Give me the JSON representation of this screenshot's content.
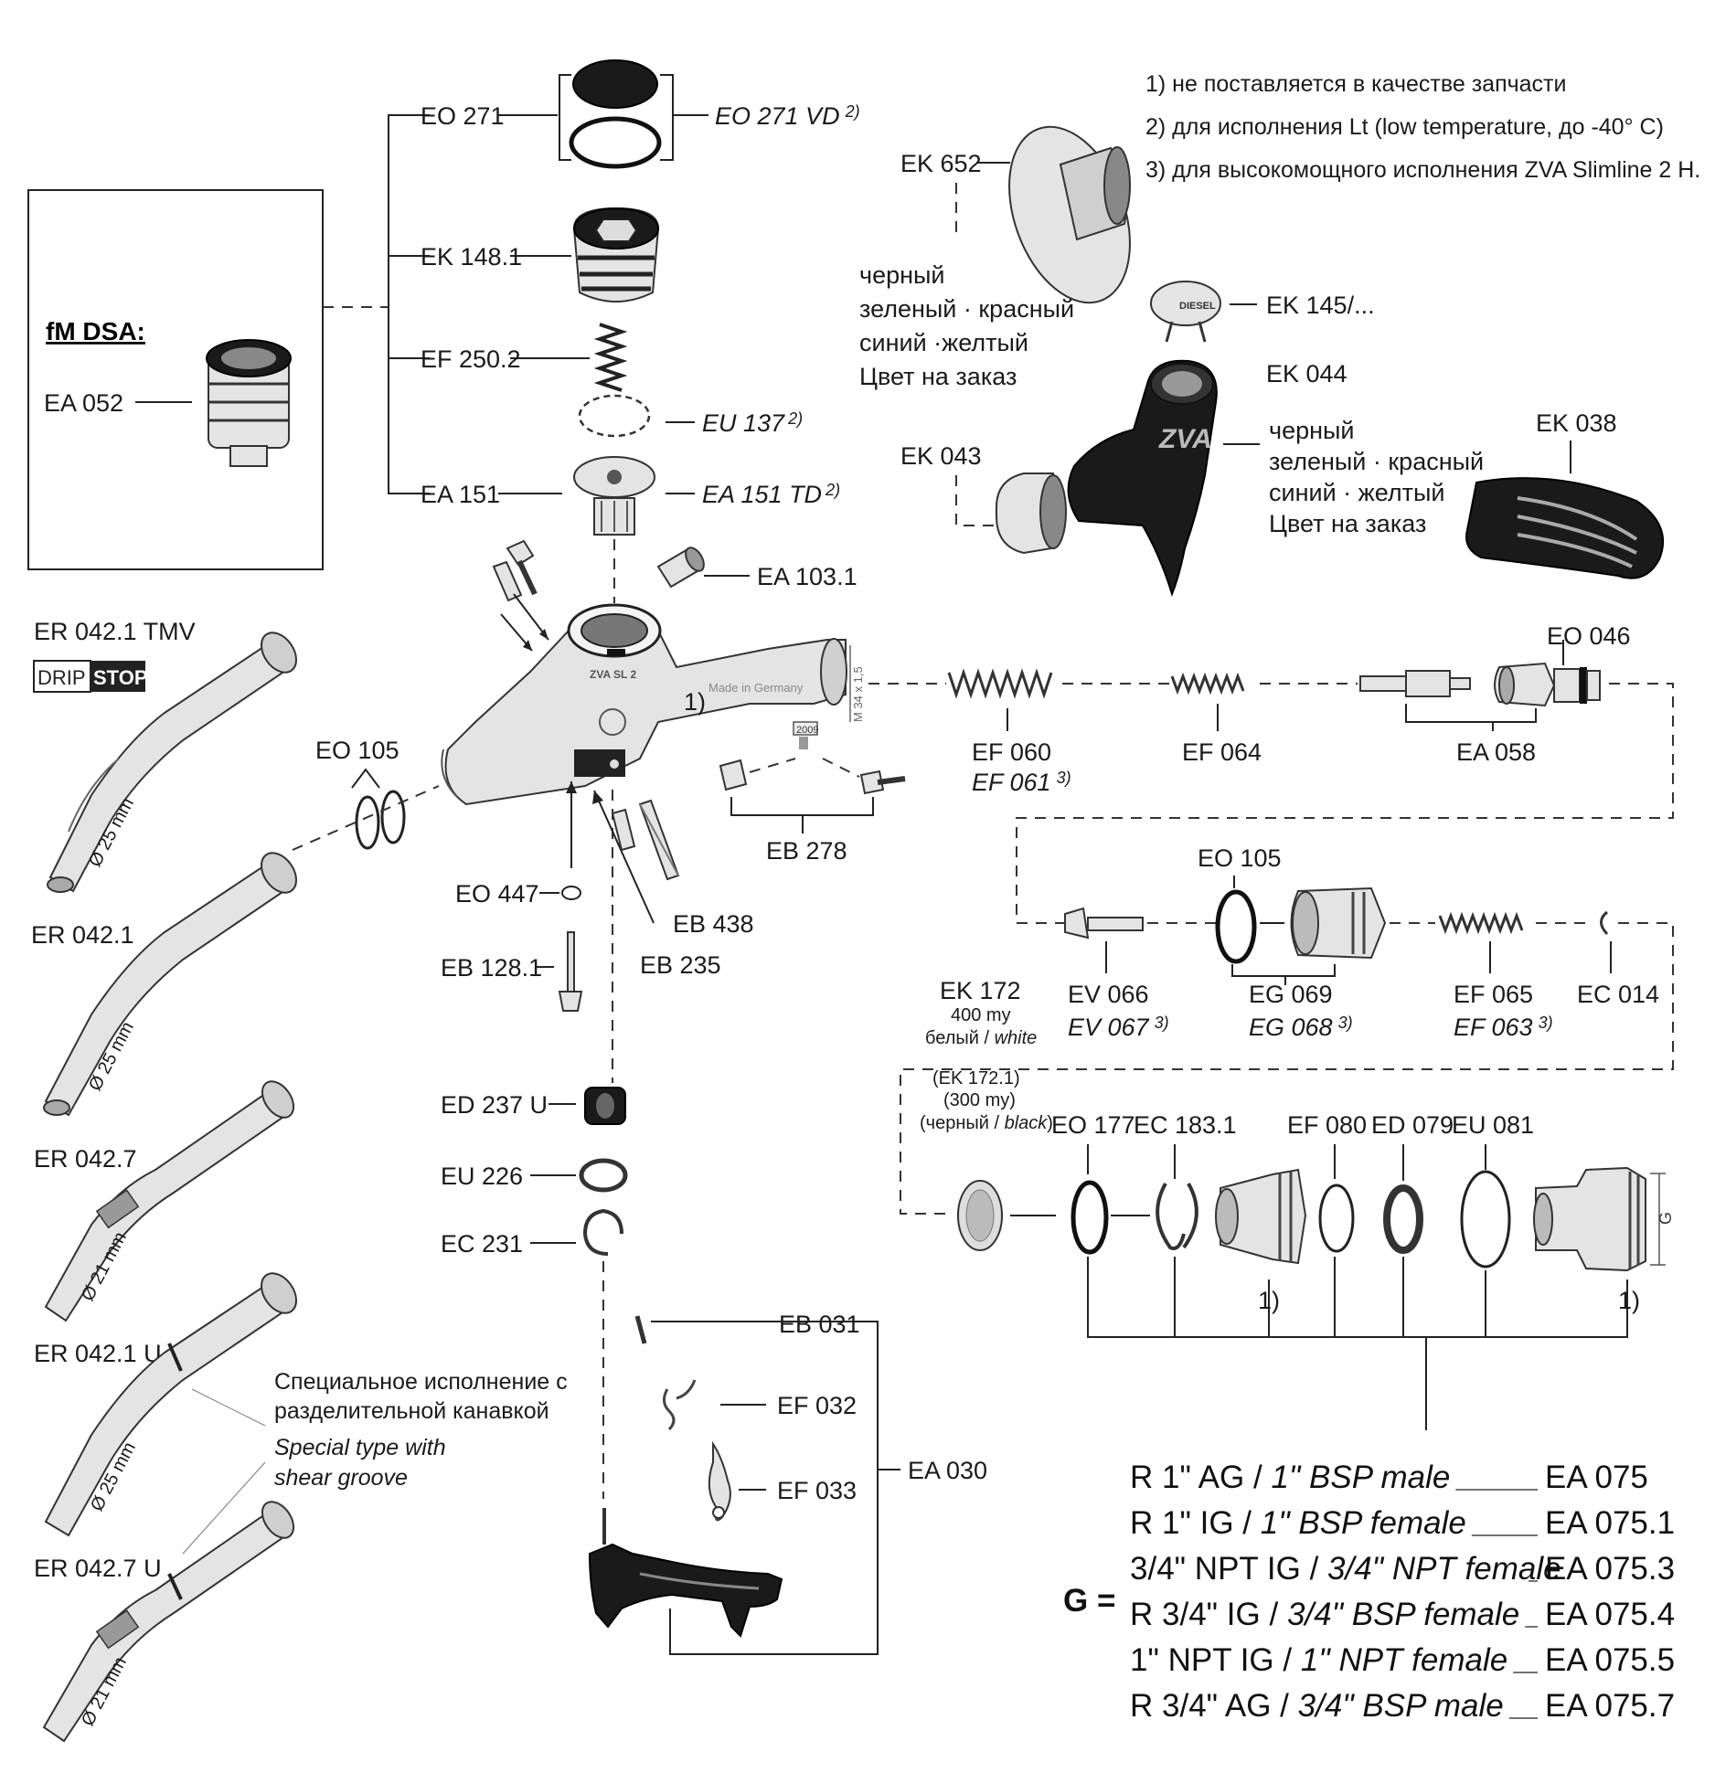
{
  "notes": [
    "1)  не   поставляется   в   качестве   запчасти",
    "2)  для   исполнения Lt  (low temperature, до -40° C)",
    "3) для высокомощного исполнения ZVA Slimline 2 H."
  ],
  "dsa": {
    "title": "fM DSA:",
    "part": "EA 052"
  },
  "top_stack": {
    "eo271": "EO 271",
    "eo271vd": "EO 271 VD",
    "eo271vd_sup": "2)",
    "ek148": "EK 148.1",
    "ef250": "EF 250.2",
    "eu137": "EU 137",
    "eu137_sup": "2)",
    "ea151": "EA 151",
    "ea151td": "EA 151 TD",
    "ea151td_sup": "2)"
  },
  "covers": {
    "ek652": "EK 652",
    "colors_left": [
      "черный",
      "зеленый · красный",
      "синий ·желтый",
      "Цвет на заказ"
    ],
    "ek145": "EK 145/...",
    "ek145_cap": "DIESEL",
    "ek044": "EK 044",
    "ek043": "EK 043",
    "colors_right": [
      "черный",
      "зеленый · красный",
      "синий · желтый",
      "Цвет на заказ"
    ],
    "ek038": "EK 038",
    "brand": "ZVA"
  },
  "body": {
    "ea103": "EA 103.1",
    "made_in": "Made in Germany",
    "model": "ZVA SL 2",
    "thread": "M 34 x 1,5",
    "year": "2009",
    "note1": "1)",
    "eo105": "EO 105",
    "eo447": "EO 447",
    "eb128": "EB 128.1",
    "eb438": "EB 438",
    "eb235": "EB 235",
    "eb278": "EB 278"
  },
  "spouts": {
    "items": [
      {
        "label": "ER 042.1 TMV",
        "dia": "Ø 25 mm"
      },
      {
        "label": "ER 042.1",
        "dia": "Ø 25 mm"
      },
      {
        "label": "ER 042.7",
        "dia": "Ø 21 mm"
      },
      {
        "label": "ER 042.1 U",
        "dia": "Ø 25 mm"
      },
      {
        "label": "ER 042.7 U",
        "dia": "Ø 21 mm"
      }
    ],
    "drip": "DRIP",
    "stop": "STOP",
    "special_ru": [
      "Специальное   исполнение   с",
      "разделительной   канавкой"
    ],
    "special_en": [
      "Special type with",
      "shear groove"
    ]
  },
  "valve_row": {
    "ef060": "EF 060",
    "ef061": "EF 061",
    "ef061_sup": "3)",
    "ef064": "EF 064",
    "eo046": "EO 046",
    "ea058": "EA 058"
  },
  "second_row": {
    "eo105": "EO 105",
    "ev066": "EV 066",
    "ev067": "EV 067",
    "ev067_sup": "3)",
    "eg069": "EG 069",
    "eg068": "EG 068",
    "eg068_sup": "3)",
    "ef065": "EF 065",
    "ef063": "EF 063",
    "ef063_sup": "3)",
    "ec014": "EC 014"
  },
  "third_row": {
    "ek172": "EK 172",
    "ek172_a": "400 my",
    "ek172_b_ru": "белый / ",
    "ek172_b_en": "white",
    "ek1721": "(EK 172.1)",
    "ek1721_a": "(300 my)",
    "ek1721_b_ru": "(черный  / ",
    "ek1721_b_en": "black",
    "ek1721_b_end": ")",
    "eo177": "EO 177",
    "ec183": "EC 183.1",
    "ef080": "EF 080",
    "ed079": "ED 079",
    "eu081": "EU 081",
    "note1a": "1)",
    "note1b": "1)",
    "g_dim": "G"
  },
  "lower_stack": {
    "ed237": "ED 237 U",
    "eu226": "EU 226",
    "ec231": "EC 231"
  },
  "lever": {
    "eb031": "EB 031",
    "ef032": "EF 032",
    "ef033": "EF 033",
    "ea030": "EA 030"
  },
  "g_table": {
    "label": "G =",
    "rows": [
      {
        "a": "R 1\" AG / ",
        "b": "1\" BSP male",
        "code": "EA 075"
      },
      {
        "a": "R 1\" IG / ",
        "b": "1\" BSP female",
        "code": "EA 075.1"
      },
      {
        "a": "3/4\" NPT IG / ",
        "b": "3/4\" NPT female",
        "code": "EA 075.3"
      },
      {
        "a": "R 3/4\" IG / ",
        "b": "3/4\" BSP female",
        "code": "EA 075.4"
      },
      {
        "a": "1\" NPT IG / ",
        "b": "1\" NPT female",
        "code": "EA 075.5"
      },
      {
        "a": "R 3/4\" AG / ",
        "b": "3/4\" BSP male",
        "code": "EA 075.7"
      }
    ]
  }
}
